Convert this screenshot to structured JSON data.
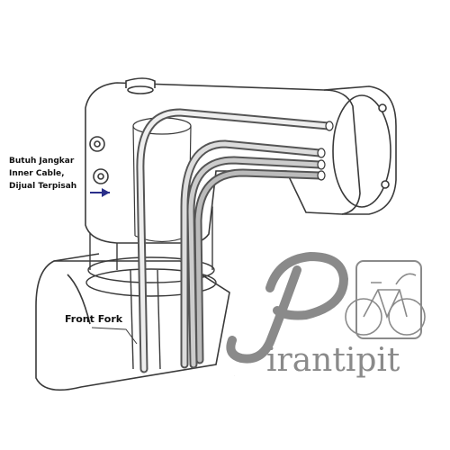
{
  "diagram": {
    "callout_lines": [
      "Butuh Jangkar",
      "Inner Cable,",
      "Dijual Terpisah"
    ],
    "front_fork_label": "Front Fork"
  },
  "watermark": {
    "initial": "P",
    "wordmark": "irantipit"
  },
  "colors": {
    "line": "#3a3a3a",
    "cable": "#555555",
    "arrow": "#2a2f8a",
    "brand": "#8a8a8a"
  }
}
